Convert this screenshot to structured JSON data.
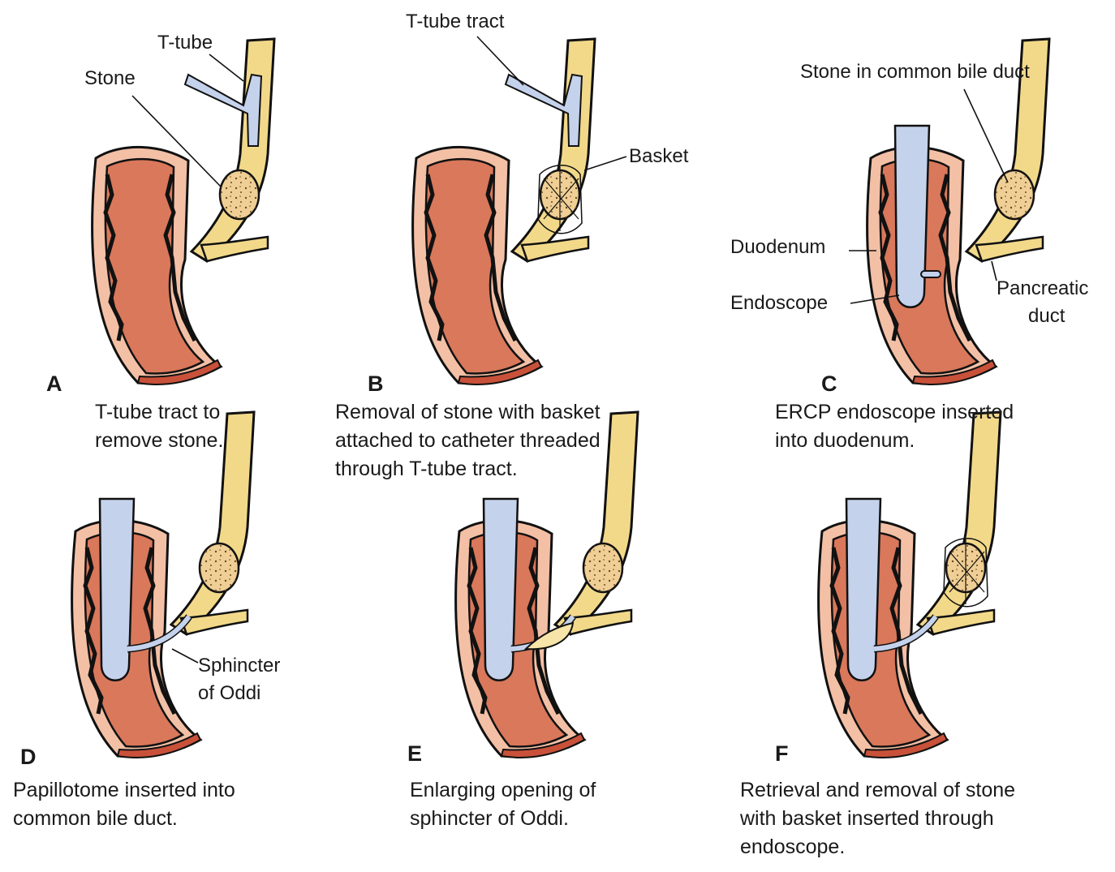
{
  "colors": {
    "duodenum_wall": "#d9785b",
    "duodenum_mucosa": "#f3c0a6",
    "outline": "#111111",
    "bile_duct": "#f2d98a",
    "stone": "#efcf95",
    "scope": "#c5d2ec"
  },
  "panels": [
    {
      "letter": "A",
      "caption": "T-tube tract to\nremove stone.",
      "labels": {
        "stone": "Stone",
        "t_tube": "T-tube"
      }
    },
    {
      "letter": "B",
      "caption": "Removal of stone with basket\nattached to catheter threaded\nthrough T-tube tract.",
      "labels": {
        "t_tube_tract": "T-tube tract",
        "basket": "Basket"
      }
    },
    {
      "letter": "C",
      "caption": "ERCP endoscope inserted\ninto duodenum.",
      "labels": {
        "stone_cbd": "Stone in common bile duct",
        "duodenum": "Duodenum",
        "endoscope": "Endoscope",
        "pancreatic_duct_1": "Pancreatic",
        "pancreatic_duct_2": "duct"
      }
    },
    {
      "letter": "D",
      "caption": "Papillotome inserted into\ncommon bile duct.",
      "labels": {
        "sphincter_1": "Sphincter",
        "sphincter_2": "of Oddi"
      }
    },
    {
      "letter": "E",
      "caption": "Enlarging opening of\nsphincter of Oddi."
    },
    {
      "letter": "F",
      "caption": "Retrieval and removal of stone\nwith basket inserted through\nendoscope."
    }
  ]
}
